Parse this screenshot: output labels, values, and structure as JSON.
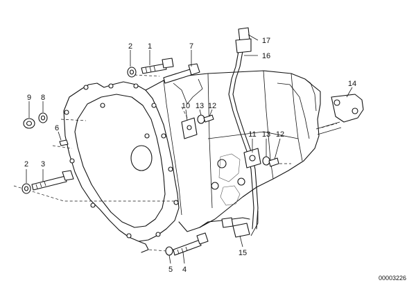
{
  "diagram": {
    "callouts": [
      {
        "key": "c1",
        "text": "1"
      },
      {
        "key": "c2a",
        "text": "2"
      },
      {
        "key": "c7",
        "text": "7"
      },
      {
        "key": "c9",
        "text": "9"
      },
      {
        "key": "c8",
        "text": "8"
      },
      {
        "key": "c6",
        "text": "6"
      },
      {
        "key": "c2b",
        "text": "2"
      },
      {
        "key": "c3",
        "text": "3"
      },
      {
        "key": "c10",
        "text": "10"
      },
      {
        "key": "c13a",
        "text": "13"
      },
      {
        "key": "c12a",
        "text": "12"
      },
      {
        "key": "c17",
        "text": "17"
      },
      {
        "key": "c16",
        "text": "16"
      },
      {
        "key": "c14",
        "text": "14"
      },
      {
        "key": "c11",
        "text": "11"
      },
      {
        "key": "c13b",
        "text": "13"
      },
      {
        "key": "c12b",
        "text": "12"
      },
      {
        "key": "c15",
        "text": "15"
      },
      {
        "key": "c5",
        "text": "5"
      },
      {
        "key": "c4",
        "text": "4"
      }
    ],
    "image_code": "00003226"
  }
}
